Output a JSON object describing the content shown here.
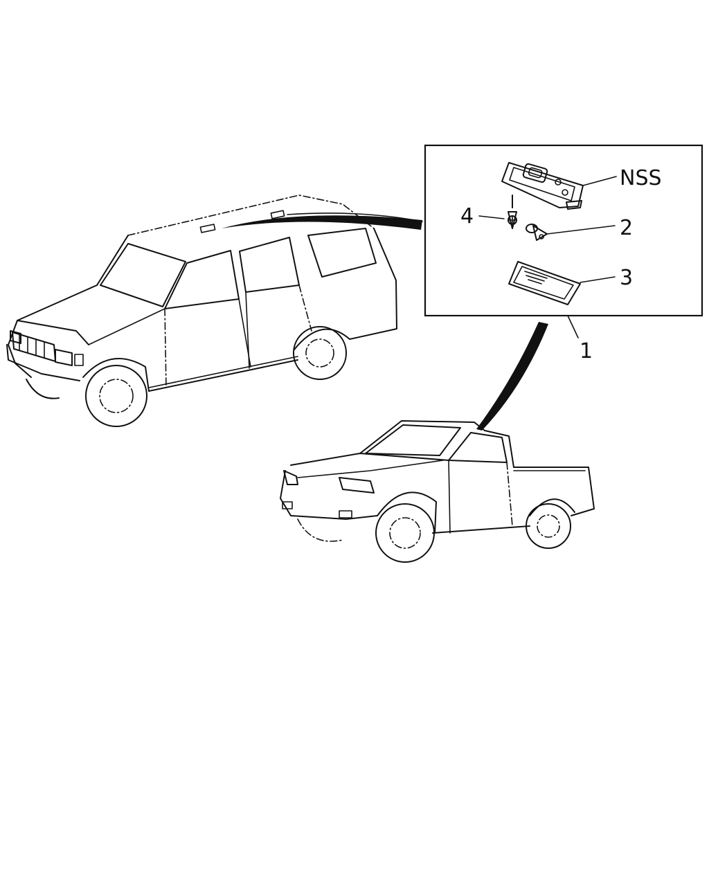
{
  "callouts": {
    "item1": "1",
    "item2": "2",
    "item3": "3",
    "item4": "4",
    "nss": "NSS"
  }
}
